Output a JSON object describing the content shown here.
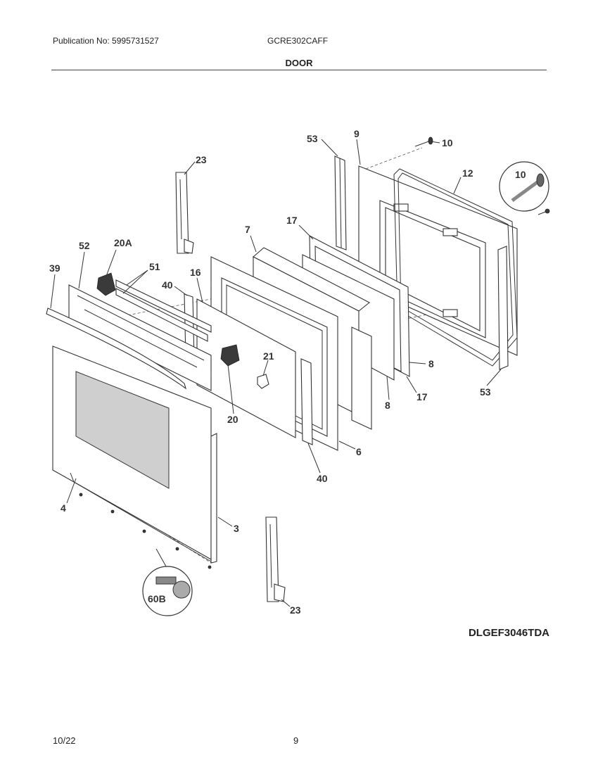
{
  "header": {
    "publication": "Publication No: 5995731527",
    "model": "GCRE302CAFF",
    "section_title": "DOOR"
  },
  "diagram_code": "DLGEF3046TDA",
  "footer": {
    "date": "10/22",
    "page_number": "9"
  },
  "callouts": {
    "c53a": "53",
    "c9": "9",
    "c10a": "10",
    "c23a": "23",
    "c12": "12",
    "c10b": "10",
    "c17a": "17",
    "c7": "7",
    "c52": "52",
    "c20a": "20A",
    "c51": "51",
    "c39": "39",
    "c16": "16",
    "c40a": "40",
    "c21": "21",
    "c8a": "8",
    "c8b": "8",
    "c17b": "17",
    "c53b": "53",
    "c20": "20",
    "c6": "6",
    "c40b": "40",
    "c4": "4",
    "c3": "3",
    "c60b": "60B",
    "c23b": "23"
  }
}
